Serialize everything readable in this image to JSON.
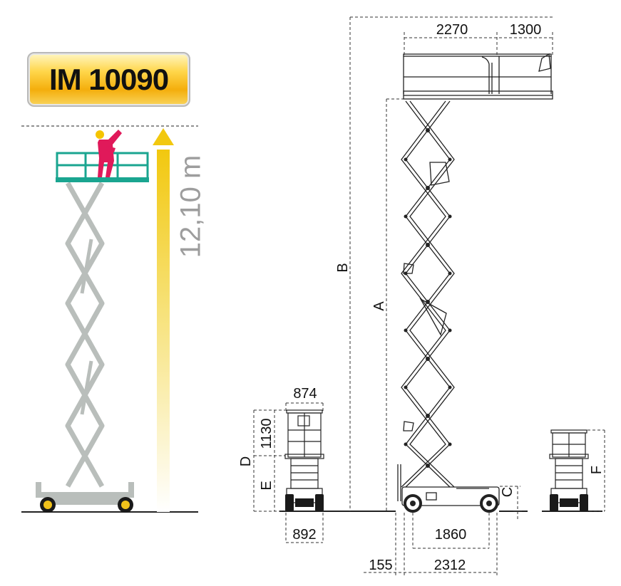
{
  "model": {
    "name": "IM 10090"
  },
  "working_height": {
    "label": "12,10 m"
  },
  "dimensions": {
    "platform_length": "2270",
    "extension_length": "1300",
    "platform_width": "874",
    "guardrail_height": "1130",
    "base_width": "892",
    "wheelbase": "1860",
    "overall_length": "2312",
    "front_overhang": "155"
  },
  "letters": {
    "a": "A",
    "b": "B",
    "c": "C",
    "d": "D",
    "e": "E",
    "f": "F"
  },
  "colors": {
    "platform_green": "#1aa590",
    "worker_pink": "#e0195a",
    "worker_helmet": "#f5c400",
    "arrow_yellow": "#f2d21b",
    "structure_gray": "#b9bebb",
    "line_dark": "#222222"
  }
}
